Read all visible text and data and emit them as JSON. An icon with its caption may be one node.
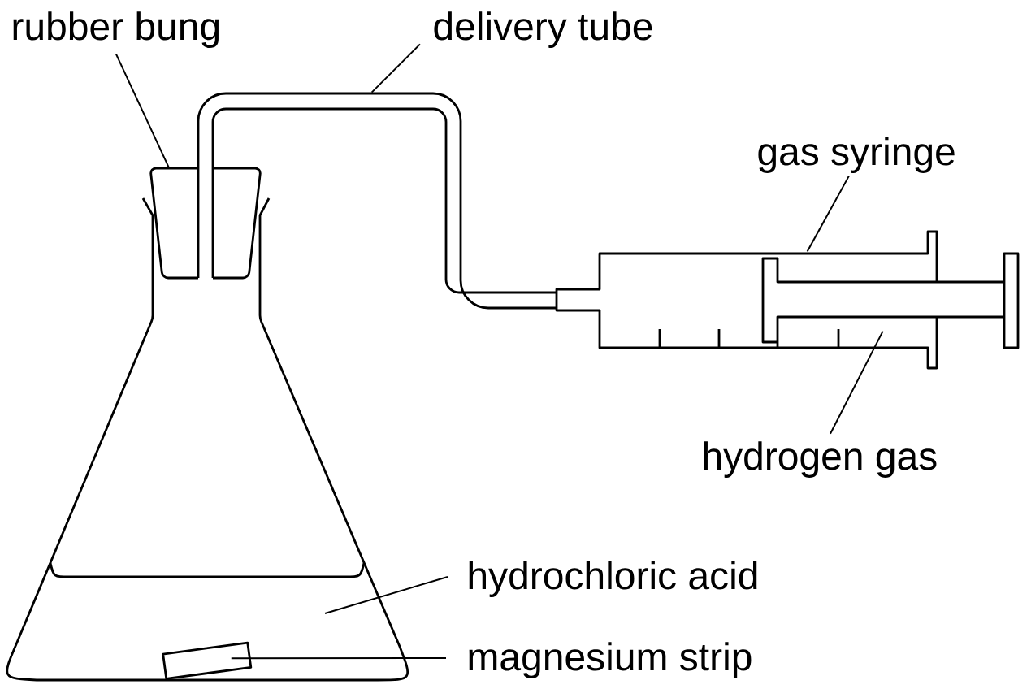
{
  "diagram": {
    "nodes": [
      {
        "text": [
          "rubber bung"
        ]
      },
      {
        "text": [
          "delivery tube"
        ]
      },
      {
        "text": [
          "gas syringe"
        ]
      },
      {
        "text": [
          "hydrogen gas"
        ]
      },
      {
        "text": [
          "hydrochloric acid"
        ]
      },
      {
        "text": [
          "magnesium strip"
        ]
      },
      {
        "text": [],
        "shape": "picture"
      },
      {
        "text": [],
        "shape": "picture"
      },
      {
        "text": [],
        "shape": "picture"
      },
      {
        "text": [],
        "shape": "box"
      }
    ],
    "edges": [
      {
        "from": 0,
        "to": 6,
        "arrow": "none"
      },
      {
        "from": 1,
        "to": 7,
        "arrow": "none"
      },
      {
        "from": 2,
        "to": 8,
        "arrow": "none"
      },
      {
        "from": 3,
        "to": 8,
        "arrow": "none"
      },
      {
        "from": 4,
        "to": null,
        "arrow": "none"
      },
      {
        "from": 5,
        "to": 9,
        "arrow": "none"
      }
    ]
  }
}
